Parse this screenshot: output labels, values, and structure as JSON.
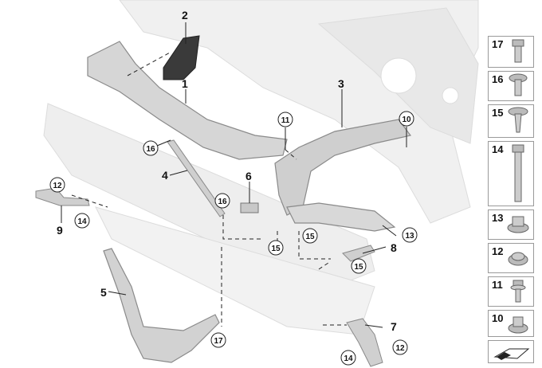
{
  "diagram": {
    "callouts": [
      {
        "id": "1",
        "label": "1"
      },
      {
        "id": "2",
        "label": "2"
      },
      {
        "id": "3",
        "label": "3"
      },
      {
        "id": "4",
        "label": "4"
      },
      {
        "id": "5",
        "label": "5"
      },
      {
        "id": "6",
        "label": "6"
      },
      {
        "id": "7",
        "label": "7"
      },
      {
        "id": "8",
        "label": "8"
      },
      {
        "id": "9",
        "label": "9"
      }
    ],
    "circled": [
      {
        "label": "11"
      },
      {
        "label": "10"
      },
      {
        "label": "16"
      },
      {
        "label": "12"
      },
      {
        "label": "14"
      },
      {
        "label": "16"
      },
      {
        "label": "15"
      },
      {
        "label": "15"
      },
      {
        "label": "13"
      },
      {
        "label": "15"
      },
      {
        "label": "17"
      },
      {
        "label": "14"
      },
      {
        "label": "12"
      }
    ]
  },
  "legend": {
    "items": [
      {
        "num": "17",
        "icon": "hex-bolt-short-icon"
      },
      {
        "num": "16",
        "icon": "torx-bolt-icon"
      },
      {
        "num": "15",
        "icon": "flange-screw-icon"
      },
      {
        "num": "14",
        "icon": "long-hex-bolt-icon"
      },
      {
        "num": "13",
        "icon": "flange-nut-icon"
      },
      {
        "num": "12",
        "icon": "nut-icon"
      },
      {
        "num": "11",
        "icon": "hex-bolt-washer-icon"
      },
      {
        "num": "10",
        "icon": "collar-nut-icon"
      },
      {
        "num": "",
        "icon": "car-direction-icon"
      }
    ]
  },
  "colors": {
    "part_fill": "#d9d9d9",
    "part_stroke": "#8c8c8c",
    "ghost": "#ededed",
    "line": "#222222"
  }
}
